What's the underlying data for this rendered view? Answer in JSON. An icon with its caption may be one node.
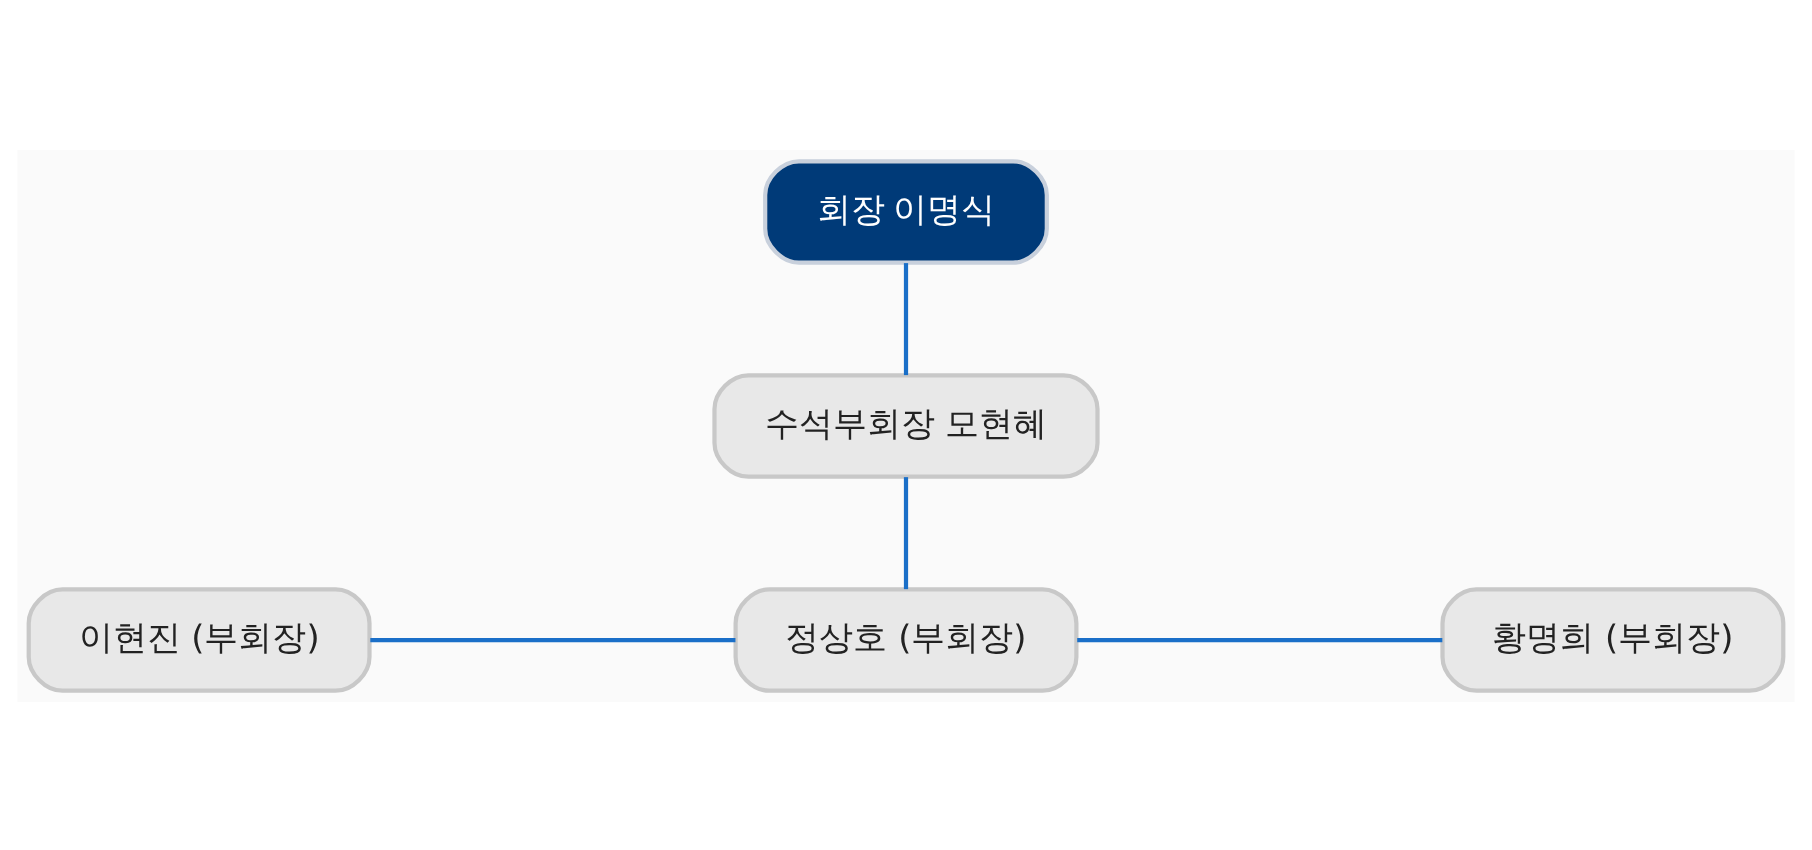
{
  "diagram": {
    "nodes": [
      {
        "text": [
          "회장 이명식"
        ]
      },
      {
        "text": [
          "수석부회장 모현혜"
        ]
      },
      {
        "text": [
          "이현진 (부회장)"
        ]
      },
      {
        "text": [
          "정상호 (부회장)"
        ]
      },
      {
        "text": [
          "황명희 (부회장)"
        ]
      }
    ],
    "edges": [
      {
        "from": 0,
        "to": 1,
        "arrow": "none"
      },
      {
        "from": 1,
        "to": 3,
        "arrow": "none"
      },
      {
        "from": 2,
        "to": 3,
        "arrow": "none"
      },
      {
        "from": 3,
        "to": 4,
        "arrow": "none"
      }
    ]
  }
}
